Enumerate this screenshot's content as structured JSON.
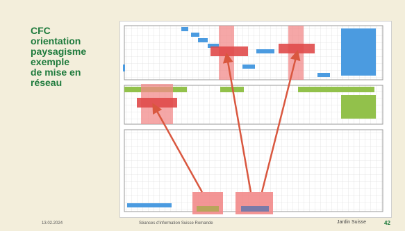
{
  "title": "CFC\norientation\npaysagisme\nexemple\nde mise en\nréseau",
  "footer": {
    "date": "13.02.2024",
    "event": "Séances d'information Suisse Romande",
    "logo": "Jardin Suisse",
    "page": "42"
  },
  "colors": {
    "background": "#f3eedb",
    "title": "#1e7a3c",
    "red_box": "#f28a8a",
    "red_arrow": "#d9573f",
    "blue": "#4b9be0",
    "green": "#92c14b",
    "page_number": "#1e7a3c"
  }
}
